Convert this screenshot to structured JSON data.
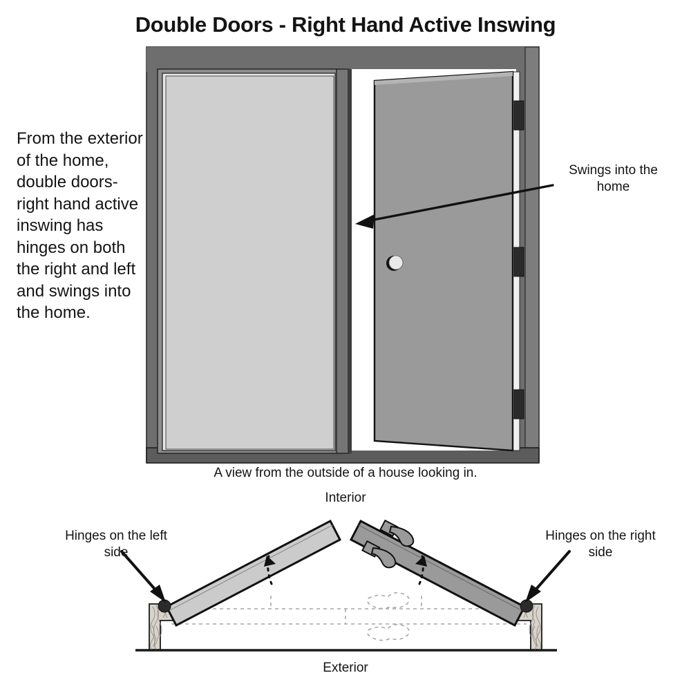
{
  "page": {
    "title": "Double Doors - Right Hand Active Inswing",
    "background_color": "#ffffff",
    "text_color": "#141414"
  },
  "description": {
    "paragraph": "From the exterior of the home, double doors-right hand active inswing has hinges on both the right and left and swings into the home."
  },
  "elevation_view": {
    "caption": "A view from the outside of a house looking in.",
    "callout": {
      "label": "Swings into the home",
      "arrow": "arrow pointing left into the doorway opening"
    },
    "inactive_door": {
      "position": "left",
      "state": "closed",
      "fill": "#cfcfcf"
    },
    "active_door": {
      "position": "right",
      "state": "open inward",
      "fill": "#9a9a9a",
      "knob": "round knob on leading edge"
    },
    "frame": {
      "fill": "#6e6e6e",
      "sill_fill": "#5c5c5c"
    },
    "hinges": {
      "side": "right jamb",
      "count": 3,
      "fill": "#2b2b2b"
    }
  },
  "plan_view": {
    "interior_label": "Interior",
    "exterior_label": "Exterior",
    "left_panel": {
      "label": "Hinges on the left side",
      "fill": "#cbcbcb",
      "hinge_side": "left"
    },
    "right_panel": {
      "label": "Hinges on the right side",
      "fill": "#9a9a9a",
      "hinge_side": "right",
      "hardware": "two lever handles"
    },
    "swing_arcs": 2,
    "threshold": "dashed threshold and weatherstrip outlines",
    "ground_line": "#1a1a1a"
  },
  "colors": {
    "frame": "#6e6e6e",
    "frame_dark": "#5c5c5c",
    "door_light": "#cfcfcf",
    "door_mid": "#9a9a9a",
    "panel_light": "#cbcbcb",
    "hinge": "#2b2b2b",
    "outline": "#111111",
    "dashed": "#9b9b9b"
  }
}
